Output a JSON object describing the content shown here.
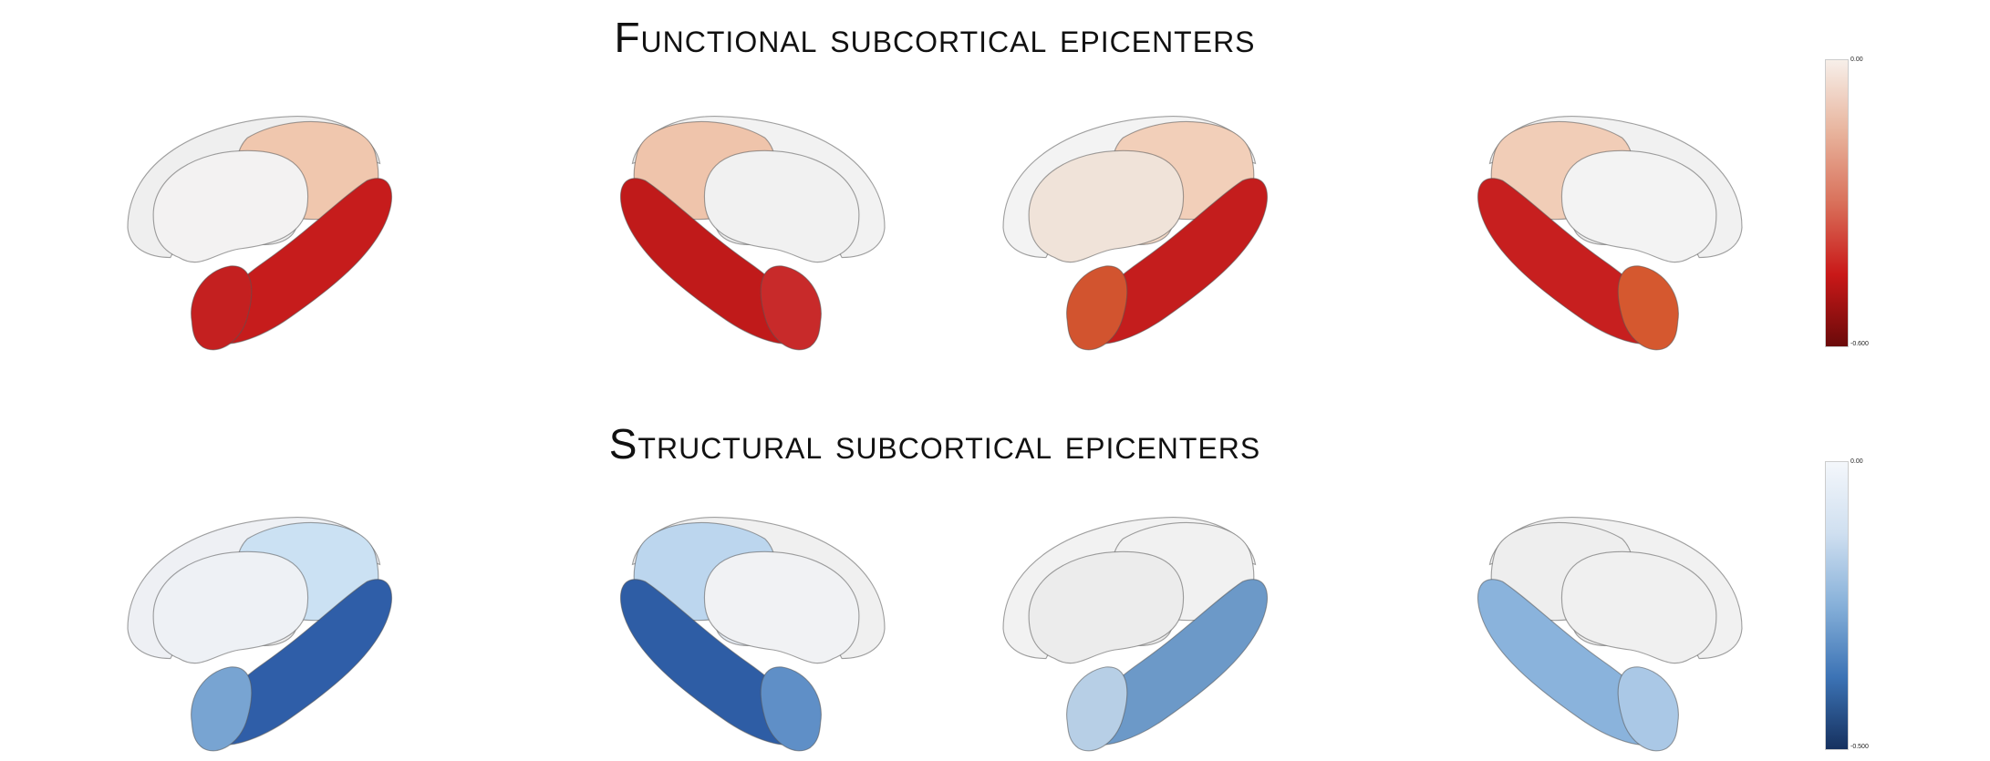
{
  "panels": [
    {
      "title": "Functional subcortical epicenters",
      "colorbar": {
        "max_label": "0.00",
        "min_label": "-0.600",
        "colors": [
          "#f7efe9",
          "#e8b49d",
          "#d9705a",
          "#c91818",
          "#6a0a0a"
        ]
      },
      "views": [
        {
          "thal": "#efefef",
          "caud": "#f0c7ae",
          "put": "#f3f2f2",
          "hip": "#c61c1c",
          "amy": "#c42020",
          "pal": "#ececec"
        },
        {
          "thal": "#f2f2f2",
          "caud": "#efc4ab",
          "put": "#f1f1f1",
          "hip": "#c01a1a",
          "amy": "#c82a2a",
          "pal": "#ececec"
        },
        {
          "thal": "#f3f3f3",
          "caud": "#f2cfb9",
          "put": "#f0e3d9",
          "hip": "#c41d1d",
          "amy": "#d2542f",
          "pal": "#f2d8c6"
        },
        {
          "thal": "#f1f1f1",
          "caud": "#f1cdb7",
          "put": "#f3f3f3",
          "hip": "#c71f1f",
          "amy": "#d5582f",
          "pal": "#ececec"
        }
      ]
    },
    {
      "title": "Structural subcortical epicenters",
      "colorbar": {
        "max_label": "0.00",
        "min_label": "-0.500",
        "colors": [
          "#f4f7fb",
          "#cfdff0",
          "#86b0d9",
          "#3c73b5",
          "#16315f"
        ]
      },
      "views": [
        {
          "thal": "#eef0f4",
          "caud": "#cbe1f3",
          "put": "#eef1f5",
          "hip": "#2f5ea8",
          "amy": "#78a4d2",
          "pal": "#ececec"
        },
        {
          "thal": "#f0f0f0",
          "caud": "#bcd6ee",
          "put": "#f1f2f4",
          "hip": "#2e5da5",
          "amy": "#5f8fc7",
          "pal": "#e6ecf3"
        },
        {
          "thal": "#f2f2f2",
          "caud": "#f1f1f1",
          "put": "#ececec",
          "hip": "#6c99c8",
          "amy": "#b7cfe6",
          "pal": "#ebebeb"
        },
        {
          "thal": "#f1f1f1",
          "caud": "#eeeeee",
          "put": "#f0f0f0",
          "hip": "#8ab3dc",
          "amy": "#aac8e6",
          "pal": "#ececec"
        }
      ]
    }
  ]
}
